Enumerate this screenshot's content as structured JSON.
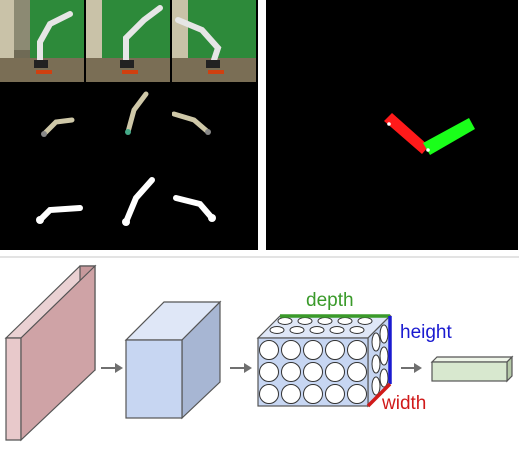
{
  "robot_frames": {
    "rows": [
      {
        "kind": "photo",
        "cells": [
          "camera-frame",
          "camera-frame",
          "camera-frame"
        ]
      },
      {
        "kind": "dim-mask",
        "cells": [
          "masked-frame",
          "masked-frame",
          "masked-frame"
        ]
      },
      {
        "kind": "bright-mask",
        "cells": [
          "binary-mask",
          "binary-mask",
          "binary-mask"
        ]
      }
    ]
  },
  "simulation": {
    "background": "#000000",
    "link1_color": "#ff1a1a",
    "link2_color": "#1aff1a"
  },
  "cnn_diagram": {
    "labels": {
      "depth": "depth",
      "height": "height",
      "width": "width"
    },
    "colors": {
      "input_volume": "#d9b0b3",
      "conv_volume": "#c7d6f2",
      "neuron_volume": "#c7d6f2",
      "output_volume": "#d8e8cf",
      "depth": "#3a9a2a",
      "height": "#1a1ad0",
      "width": "#d01a1a",
      "arrow": "#707070"
    },
    "neuron_grid": {
      "rows": 3,
      "cols": 5
    }
  }
}
